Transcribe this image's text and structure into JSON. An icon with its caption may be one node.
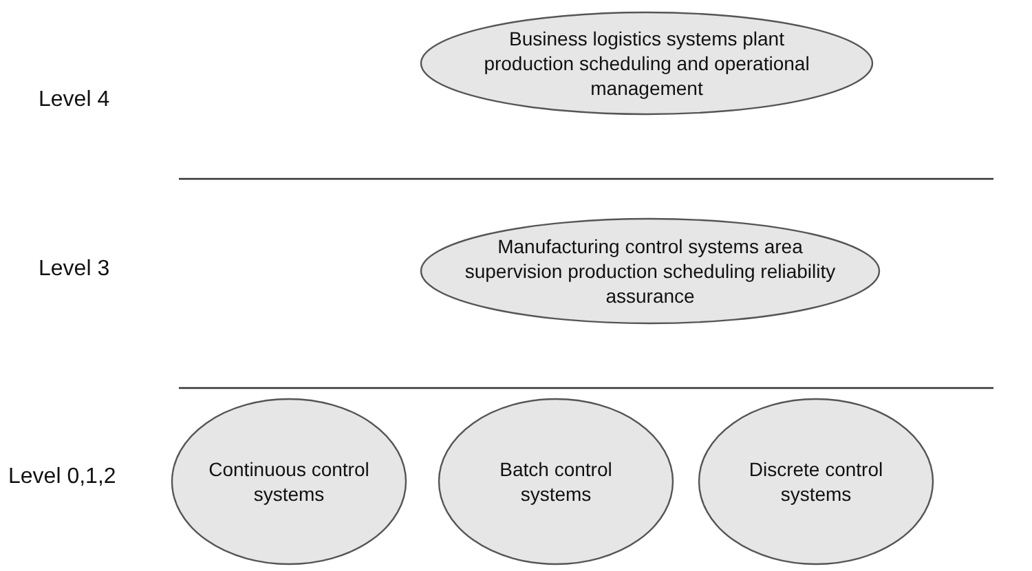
{
  "diagram": {
    "nodes": [
      {
        "text": [
          "Business logistics systems plant production scheduling and operational management"
        ]
      },
      {
        "text": [
          "Manufacturing control systems area supervision production scheduling reliability assurance"
        ]
      },
      {
        "text": [
          "Continuous control systems"
        ]
      },
      {
        "text": [
          "Batch control systems"
        ]
      },
      {
        "text": [
          "Discrete control systems"
        ]
      }
    ],
    "labels": [
      "Level 4",
      "Level 3",
      "Level 0,1,2"
    ]
  }
}
